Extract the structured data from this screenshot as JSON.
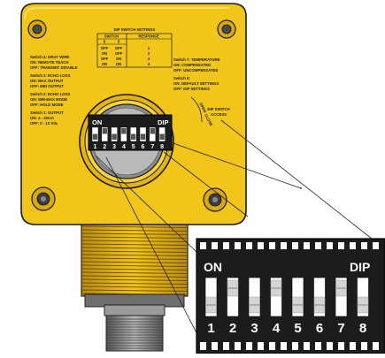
{
  "colors": {
    "housing": "#f2c51b",
    "housing_shadow": "#c99a10",
    "metal": "#8a8a8a",
    "switch_body": "#1c1c1c",
    "switch_white": "#ffffff"
  },
  "table": {
    "title": "DIP SWITCH SETTINGS",
    "col_switch": "SWITCH",
    "col_response": "RESPONSE",
    "sub_a": "6",
    "sub_b": "5",
    "rows": [
      {
        "a": "OFF",
        "b": "OFF",
        "r": "1"
      },
      {
        "a": "ON",
        "b": "OFF",
        "r": "2"
      },
      {
        "a": "OFF",
        "b": "ON",
        "r": "3"
      },
      {
        "a": "ON",
        "b": "ON",
        "r": "4"
      }
    ]
  },
  "left_labels": [
    "Switch 4: GRAY WIRE",
    "ON: REMOTE TEACH",
    "OFF: TRANSMIT DISABLE",
    "Switch 3: ECHO LOSS",
    "ON: MAX OUTPUT",
    "OFF: MIN OUTPUT",
    "Switch 2: ECHO LOSS",
    "ON: MIN-MAX MODE",
    "OFF: HOLD MODE",
    "Switch 1: OUTPUT",
    "ON: 4 - 20mA",
    "OFF: 0 - 10 Vdc"
  ],
  "right_labels": [
    "Switch 7: TEMPERATURE",
    "ON: COMPENSATED",
    "OFF: UNCOMPENSATED",
    "Switch 8:",
    "ON: DEFAULT SETTINGS",
    "OFF: DIP SETTINGS"
  ],
  "access_label_lines": [
    "DIP SWITCH",
    "ACCESS"
  ],
  "open_label": "OPEN",
  "close_label": "CLOSE",
  "dip": {
    "on_label": "ON",
    "brand_label": "DIP",
    "numbers": [
      "1",
      "2",
      "3",
      "4",
      "5",
      "6",
      "7",
      "8"
    ],
    "states": [
      "off",
      "on",
      "off",
      "on",
      "off",
      "off",
      "on",
      "off"
    ]
  }
}
